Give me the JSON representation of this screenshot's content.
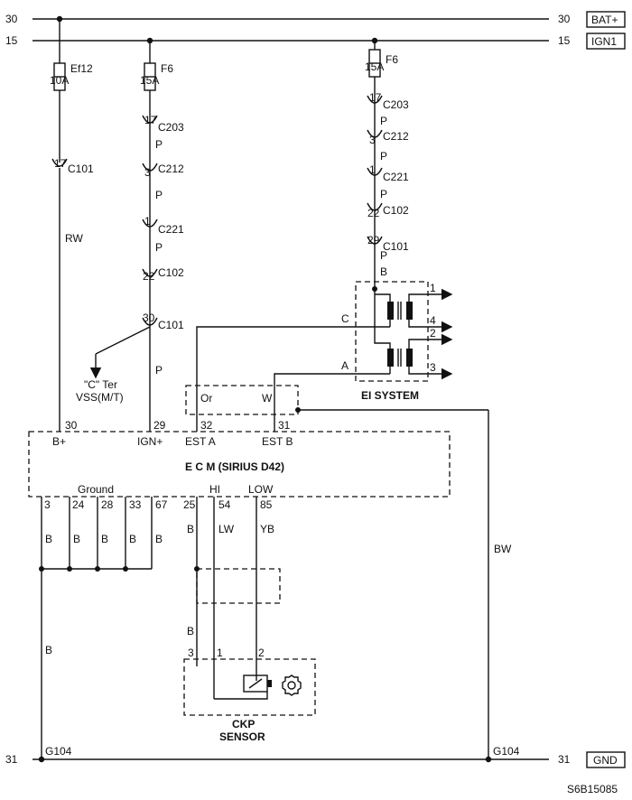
{
  "rails": [
    {
      "left": "30",
      "right": "30",
      "tag": "BAT+"
    },
    {
      "left": "15",
      "right": "15",
      "tag": "IGN1"
    },
    {
      "left": "31",
      "right": "31",
      "tag": "GND"
    }
  ],
  "fuses": [
    {
      "name": "Ef12",
      "rating": "10A"
    },
    {
      "name": "F6",
      "rating": "15A"
    },
    {
      "name": "F6",
      "rating": "15A"
    }
  ],
  "col1": {
    "pin": "17",
    "conn": "C101",
    "wire": "RW"
  },
  "col2": {
    "connectors": [
      {
        "pin": "17",
        "conn": "C203",
        "wire": "P"
      },
      {
        "pin": "3",
        "conn": "C212",
        "wire": "P"
      },
      {
        "pin": "1",
        "conn": "C221",
        "wire": "P"
      },
      {
        "pin": "22",
        "conn": "C102",
        "wire": ""
      },
      {
        "pin": "30",
        "conn": "C101",
        "wire": "P"
      }
    ],
    "vss_line1": "\"C\" Ter",
    "vss_line2": "VSS(M/T)"
  },
  "col3": {
    "connectors": [
      {
        "pin": "17",
        "conn": "C203",
        "wire": "P"
      },
      {
        "pin": "3",
        "conn": "C212",
        "wire": "P"
      },
      {
        "pin": "1",
        "conn": "C221",
        "wire": "P"
      },
      {
        "pin": "22",
        "conn": "C102",
        "wire": ""
      },
      {
        "pin": "29",
        "conn": "C101",
        "wire": "P"
      }
    ],
    "wire_b": "B"
  },
  "ei_system": {
    "title": "EI SYSTEM",
    "outputs": [
      "1",
      "4",
      "2",
      "3"
    ],
    "wire_c": "C",
    "wire_a": "A"
  },
  "shield": {
    "wire_or": "Or",
    "wire_w": "W"
  },
  "ecm": {
    "title": "E  C  M (SIRIUS D42)",
    "top_pins": [
      {
        "num": "30",
        "label": "B+"
      },
      {
        "num": "29",
        "label": "IGN+"
      },
      {
        "num": "32",
        "label": "EST A"
      },
      {
        "num": "31",
        "label": "EST B"
      }
    ],
    "ground_label": "Ground",
    "hi_label": "HI",
    "low_label": "LOW",
    "bottom_pins": [
      "3",
      "24",
      "28",
      "33",
      "67",
      "25",
      "54",
      "85"
    ]
  },
  "wires": {
    "ground": [
      "B",
      "B",
      "B",
      "B",
      "B"
    ],
    "p25": "B",
    "p54": "LW",
    "p85": "YB",
    "bw": "BW",
    "main_b": "B",
    "ckp_b": "B"
  },
  "ckp": {
    "pins": [
      "3",
      "1",
      "2"
    ],
    "title1": "CKP",
    "title2": "SENSOR"
  },
  "grounds": {
    "g1": "G104",
    "g2": "G104"
  },
  "figure_code": "S6B15085"
}
